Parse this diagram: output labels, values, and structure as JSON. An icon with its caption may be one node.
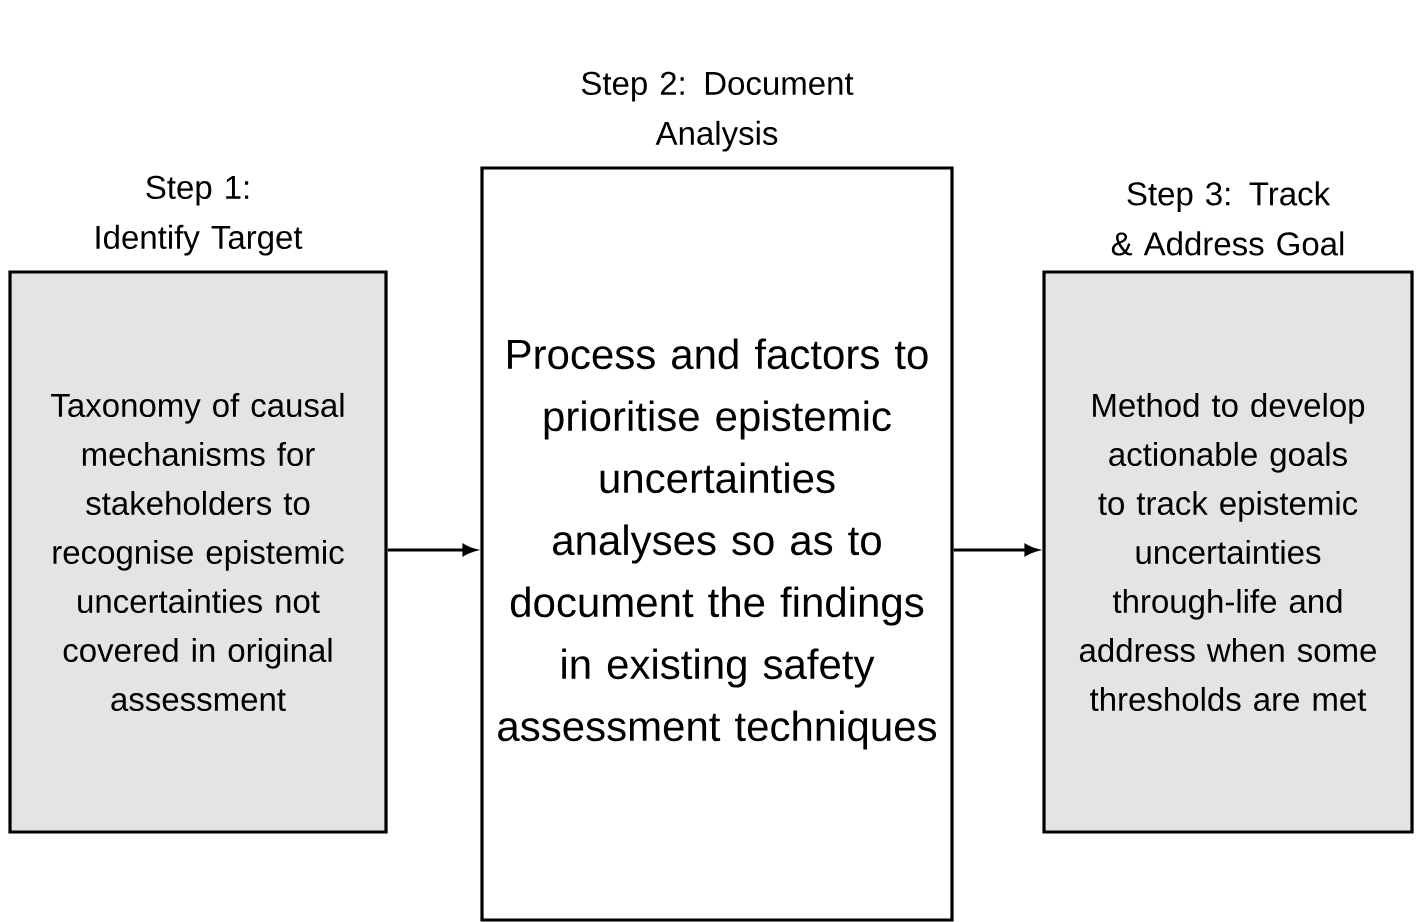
{
  "diagram": {
    "nodes": [
      {
        "text": [
          "Step 1: Identify Target",
          "Taxonomy of causal mechanisms for stakeholders to recognise epistemic uncertainties not covered in original assessment"
        ]
      },
      {
        "text": [
          "Step 2: Document Analysis",
          "Process and factors to prioritise epistemic uncertainties analyses so as to document the findings in existing safety assessment techniques"
        ]
      },
      {
        "text": [
          "Step 3: Track & Address Goal",
          "Method to develop actionable goals to track epistemic uncertainties through-life and address when some thresholds are met"
        ]
      }
    ],
    "edges": [
      {
        "from": 0,
        "to": 1,
        "arrow": "to"
      },
      {
        "from": 1,
        "to": 2,
        "arrow": "to"
      }
    ]
  }
}
